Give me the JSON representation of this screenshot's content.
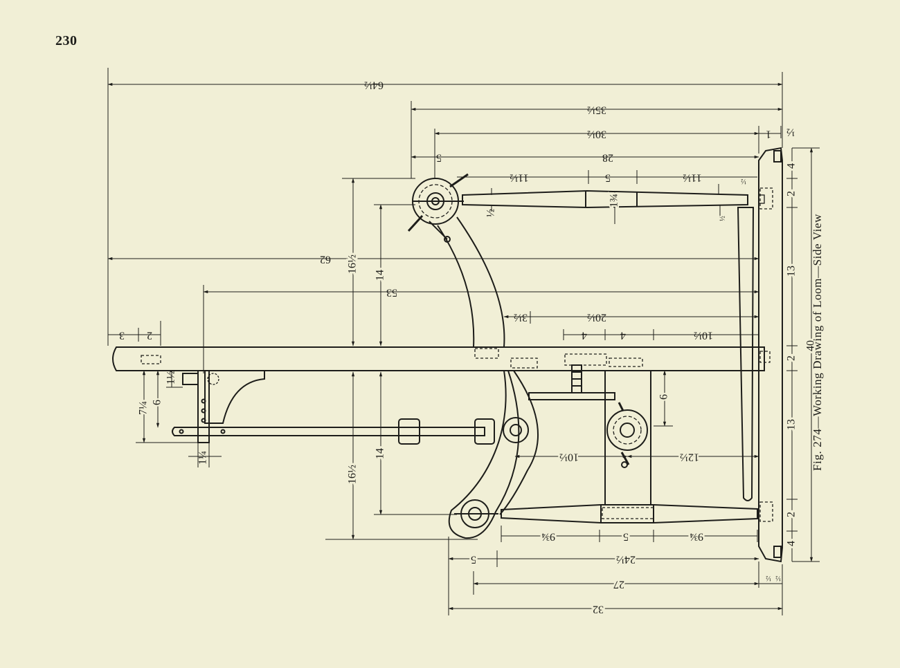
{
  "page_number": "230",
  "caption": "Fig. 274—Working Drawing of Loom—Side View",
  "colors": {
    "paper": "#f1efd6",
    "ink": "#1d1d1a"
  },
  "dimensions": {
    "overall_length": "64½",
    "length_35": "35½",
    "length_30": "30½",
    "length_28": "28",
    "length_62": "62",
    "length_53": "53",
    "top_bar_left": "11½",
    "top_bar_mid": "5",
    "top_bar_right": "11½",
    "top_bar_end": "½",
    "top_offset_5": "5",
    "right_1": "1",
    "right_half": "½",
    "thickness_half": "½",
    "bar_depth": "1¾",
    "height_top_16": "16½",
    "height_top_14": "14",
    "length_20": "20½",
    "length_3": "3½",
    "seg_4a": "4",
    "seg_4b": "4",
    "length_10a": "10½",
    "end_3": "3",
    "end_2": "2",
    "height_7": "7¼",
    "height_6a": "6",
    "height_1": "1½",
    "width_1": "1¼",
    "height_6b": "6",
    "length_10b": "10½",
    "length_12": "12½",
    "height_bottom_16": "16½",
    "height_bottom_14": "14",
    "bottom_left": "9¾",
    "bottom_mid": "5",
    "bottom_right": "9¾",
    "bottom_5": "5",
    "length_24": "24½",
    "length_27": "27",
    "length_32": "32",
    "bottom_end_1": "½",
    "bottom_end_2": "½",
    "base_40": "40",
    "base_4a": "4",
    "base_2a": "2",
    "base_13a": "13",
    "base_2b": "2",
    "base_13b": "13",
    "base_2c": "2",
    "base_4b": "4"
  }
}
